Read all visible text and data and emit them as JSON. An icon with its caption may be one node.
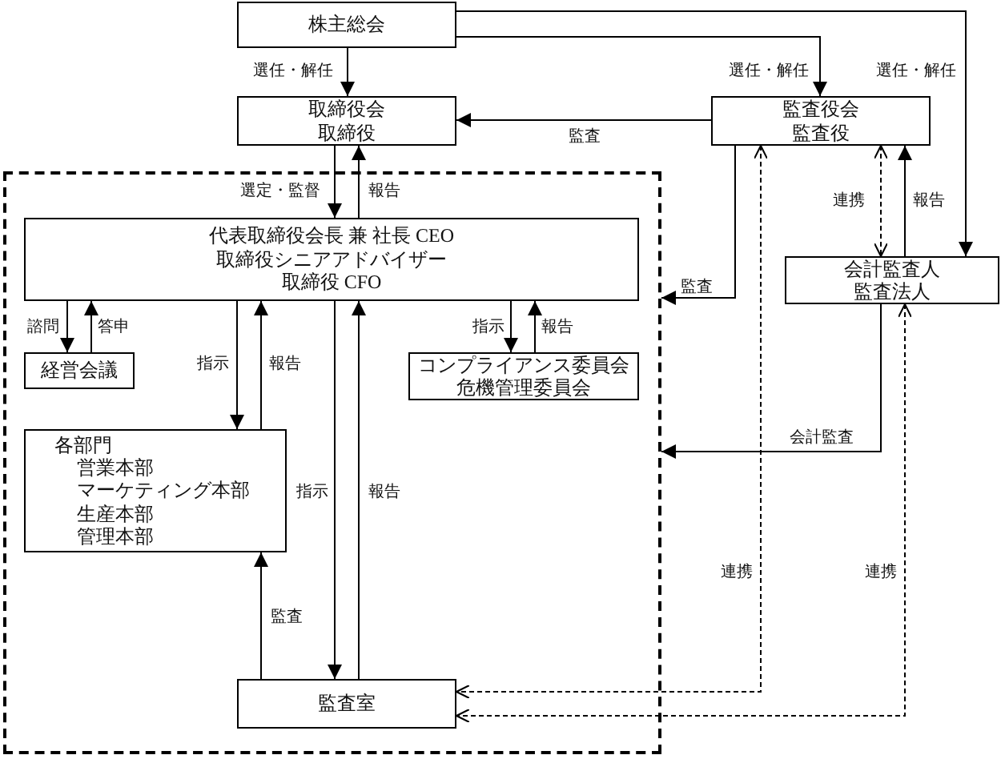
{
  "diagram": {
    "nodes": [
      {
        "text": [
          "株主総会"
        ]
      },
      {
        "text": [
          "取締役会",
          "取締役"
        ]
      },
      {
        "text": [
          "監査役会",
          "監査役"
        ]
      },
      {
        "text": [],
        "shape": "box"
      },
      {
        "text": [
          "代表取締役会長 兼 社長 CEO",
          "取締役シニアアドバイザー",
          "取締役 CFO"
        ],
        "in": 3
      },
      {
        "text": [
          "経営会議"
        ],
        "in": 3
      },
      {
        "text": [
          "コンプライアンス委員会",
          "危機管理委員会"
        ],
        "in": 3
      },
      {
        "text": [
          "各部門",
          "営業本部",
          "マーケティング本部",
          "生産本部",
          "管理本部"
        ],
        "in": 3
      },
      {
        "text": [
          "監査室"
        ],
        "in": 3
      },
      {
        "text": [
          "会計監査人",
          "監査法人"
        ]
      }
    ],
    "edges": [
      {
        "from": 0,
        "to": 1,
        "arrow": "to",
        "label": "選任・解任"
      },
      {
        "from": 0,
        "to": 2,
        "arrow": "to",
        "label": "選任・解任"
      },
      {
        "from": 0,
        "to": 9,
        "arrow": "to",
        "label": "選任・解任"
      },
      {
        "from": 2,
        "to": 1,
        "arrow": "to",
        "label": "監査"
      },
      {
        "from": 1,
        "to": 4,
        "arrow": "to",
        "label": "選定・監督"
      },
      {
        "from": 4,
        "to": 1,
        "arrow": "to",
        "label": "報告"
      },
      {
        "from": 2,
        "to": 3,
        "arrow": "to",
        "label": "監査"
      },
      {
        "from": 2,
        "to": 9,
        "arrow": "both",
        "label": "連携",
        "style": "dashed"
      },
      {
        "from": 9,
        "to": 2,
        "arrow": "to",
        "label": "報告"
      },
      {
        "from": 4,
        "to": 5,
        "arrow": "to",
        "label": "諮問"
      },
      {
        "from": 5,
        "to": 4,
        "arrow": "to",
        "label": "答申"
      },
      {
        "from": 4,
        "to": 6,
        "arrow": "to",
        "label": "指示"
      },
      {
        "from": 6,
        "to": 4,
        "arrow": "to",
        "label": "報告"
      },
      {
        "from": 4,
        "to": 7,
        "arrow": "to",
        "label": "指示"
      },
      {
        "from": 7,
        "to": 4,
        "arrow": "to",
        "label": "報告"
      },
      {
        "from": 4,
        "to": 8,
        "arrow": "to",
        "label": "指示"
      },
      {
        "from": 8,
        "to": 4,
        "arrow": "to",
        "label": "報告"
      },
      {
        "from": 8,
        "to": 7,
        "arrow": "to",
        "label": "監査"
      },
      {
        "from": 9,
        "to": 3,
        "arrow": "to",
        "label": "会計監査"
      },
      {
        "from": 2,
        "to": 8,
        "arrow": "both",
        "label": "連携",
        "style": "dashed"
      },
      {
        "from": 9,
        "to": 8,
        "arrow": "both",
        "label": "連携",
        "style": "dashed"
      }
    ]
  }
}
